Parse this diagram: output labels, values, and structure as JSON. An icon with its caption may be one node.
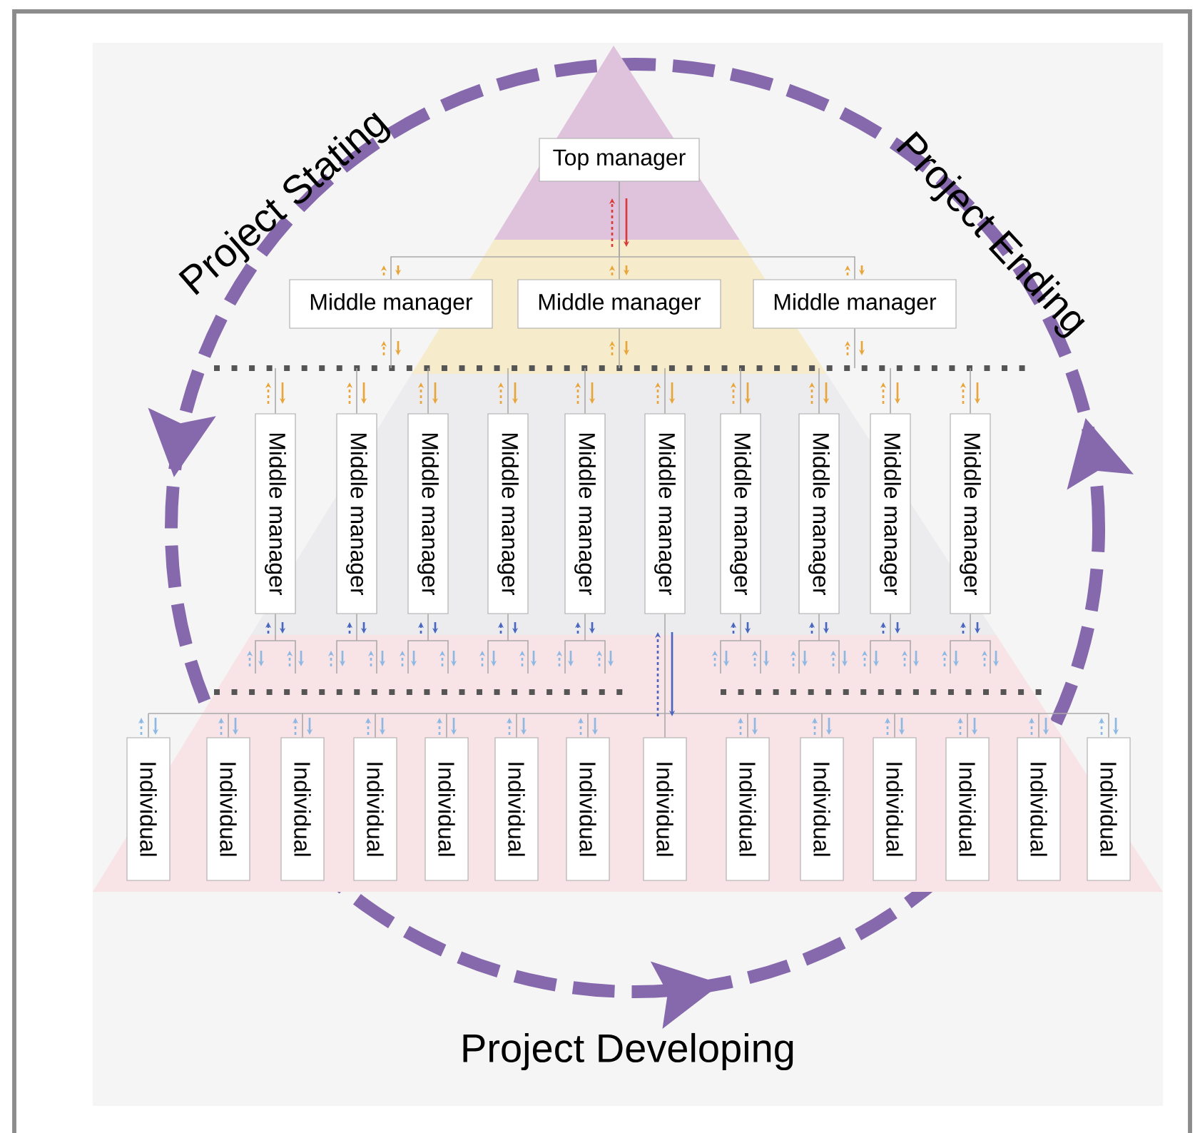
{
  "diagram": {
    "nodes": [
      {
        "text": [
          "Top manager"
        ]
      },
      {
        "text": [
          "Middle manager"
        ]
      },
      {
        "text": [
          "Middle manager"
        ]
      },
      {
        "text": [
          "Middle manager"
        ]
      },
      {
        "text": [
          "Middle manager"
        ]
      },
      {
        "text": [
          "Middle manager"
        ]
      },
      {
        "text": [
          "Middle manager"
        ]
      },
      {
        "text": [
          "Middle manager"
        ]
      },
      {
        "text": [
          "Middle manager"
        ]
      },
      {
        "text": [
          "Middle manager"
        ]
      },
      {
        "text": [
          "Middle manager"
        ]
      },
      {
        "text": [
          "Middle manager"
        ]
      },
      {
        "text": [
          "Middle manager"
        ]
      },
      {
        "text": [
          "Middle manager"
        ]
      },
      {
        "text": [
          "Individual"
        ]
      },
      {
        "text": [
          "Individual"
        ]
      },
      {
        "text": [
          "Individual"
        ]
      },
      {
        "text": [
          "Individual"
        ]
      },
      {
        "text": [
          "Individual"
        ]
      },
      {
        "text": [
          "Individual"
        ]
      },
      {
        "text": [
          "Individual"
        ]
      },
      {
        "text": [
          "Individual"
        ]
      },
      {
        "text": [
          "Individual"
        ]
      },
      {
        "text": [
          "Individual"
        ]
      },
      {
        "text": [
          "Individual"
        ]
      },
      {
        "text": [
          "Individual"
        ]
      },
      {
        "text": [
          "Individual"
        ]
      },
      {
        "text": [
          "Individual"
        ]
      }
    ],
    "edges": [
      {
        "from": 0,
        "to": 1,
        "arrow": "none"
      },
      {
        "from": 0,
        "to": 2,
        "arrow": "none"
      },
      {
        "from": 0,
        "to": 3,
        "arrow": "none"
      },
      {
        "from": 1,
        "to": null,
        "arrow": "none"
      },
      {
        "from": 2,
        "to": null,
        "arrow": "none"
      },
      {
        "from": 3,
        "to": null,
        "arrow": "none"
      },
      {
        "from": null,
        "to": 4,
        "arrow": "none"
      },
      {
        "from": null,
        "to": 5,
        "arrow": "none"
      },
      {
        "from": null,
        "to": 6,
        "arrow": "none"
      },
      {
        "from": null,
        "to": 7,
        "arrow": "none"
      },
      {
        "from": null,
        "to": 8,
        "arrow": "none"
      },
      {
        "from": null,
        "to": 9,
        "arrow": "none"
      },
      {
        "from": null,
        "to": 10,
        "arrow": "none"
      },
      {
        "from": null,
        "to": 11,
        "arrow": "none"
      },
      {
        "from": null,
        "to": 12,
        "arrow": "none"
      },
      {
        "from": null,
        "to": 13,
        "arrow": "none"
      },
      {
        "from": 4,
        "to": null,
        "arrow": "none"
      },
      {
        "from": 5,
        "to": null,
        "arrow": "none"
      },
      {
        "from": 6,
        "to": null,
        "arrow": "none"
      },
      {
        "from": 7,
        "to": null,
        "arrow": "none"
      },
      {
        "from": 8,
        "to": null,
        "arrow": "none"
      },
      {
        "from": 9,
        "to": 21,
        "arrow": "none"
      },
      {
        "from": 10,
        "to": null,
        "arrow": "none"
      },
      {
        "from": 11,
        "to": null,
        "arrow": "none"
      },
      {
        "from": 12,
        "to": null,
        "arrow": "none"
      },
      {
        "from": 13,
        "to": null,
        "arrow": "none"
      },
      {
        "from": null,
        "to": 14,
        "arrow": "none"
      },
      {
        "from": null,
        "to": 15,
        "arrow": "none"
      },
      {
        "from": null,
        "to": 16,
        "arrow": "none"
      },
      {
        "from": null,
        "to": 17,
        "arrow": "none"
      },
      {
        "from": null,
        "to": 18,
        "arrow": "none"
      },
      {
        "from": null,
        "to": 19,
        "arrow": "none"
      },
      {
        "from": null,
        "to": 20,
        "arrow": "none"
      },
      {
        "from": null,
        "to": 22,
        "arrow": "none"
      },
      {
        "from": null,
        "to": 23,
        "arrow": "none"
      },
      {
        "from": null,
        "to": 24,
        "arrow": "none"
      },
      {
        "from": null,
        "to": 25,
        "arrow": "none"
      },
      {
        "from": null,
        "to": 26,
        "arrow": "none"
      },
      {
        "from": null,
        "to": 27,
        "arrow": "none"
      }
    ],
    "labels": [
      "Project Stating",
      "Project Ending",
      "Project Developing"
    ]
  }
}
